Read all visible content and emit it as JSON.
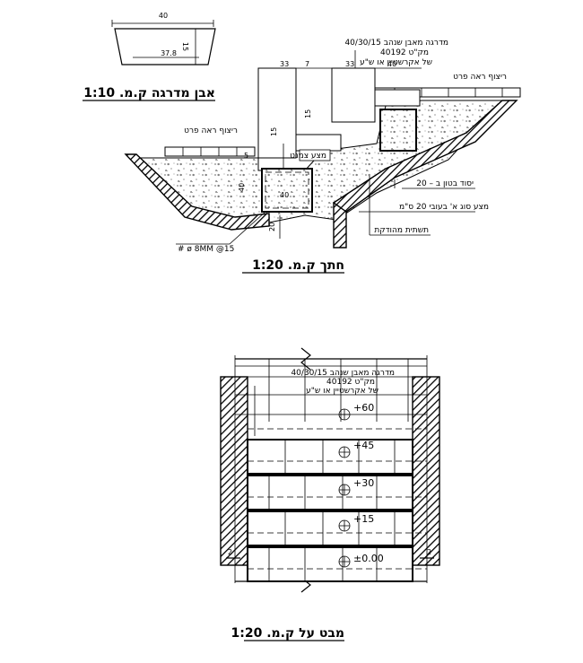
{
  "step_stone": {
    "dim_width": "40",
    "dim_height": "15",
    "dim_inner": "37.8",
    "title": "אבן מדרגה ק.מ. 1:10"
  },
  "section": {
    "title": "חתך ק.מ. 1:20",
    "dims": {
      "d33_left": "33",
      "d7": "7",
      "d33_right": "33",
      "d40_top": "40",
      "d15_a": "15",
      "d15_b": "15",
      "d5": "5",
      "d40_side": "40",
      "d40_center": "40",
      "d20": "20"
    },
    "labels": {
      "spec_line1": "מדרגה מאבן שנהב 40/30/15",
      "spec_line2": "מק\"ט 40192",
      "spec_line3": "של אקרשטיין או ש\"ע",
      "paving_right": "ריצוף ראה פרט",
      "paving_left": "ריצוף ראה פרט",
      "gravel": "מצע צמנט",
      "concrete_footing": "יסוד בטון ב – 20",
      "subbase": "מצע סוג א' בעובי 20 ס\"מ",
      "compacted": "תשתית מהודקת",
      "rebar": "# ø 8MM @15"
    }
  },
  "plan": {
    "title": "מבט על ק.מ. 1:20",
    "spec_line1": "מדרגה מאבן שנהב 40/30/15",
    "spec_line2": "מק\"ט 40192",
    "spec_line3": "של אקרשטיין או ש\"ע",
    "section_mark_left": "2",
    "section_mark_right": "2",
    "levels": [
      "+60",
      "+45",
      "+30",
      "+15",
      "±0.00"
    ]
  }
}
